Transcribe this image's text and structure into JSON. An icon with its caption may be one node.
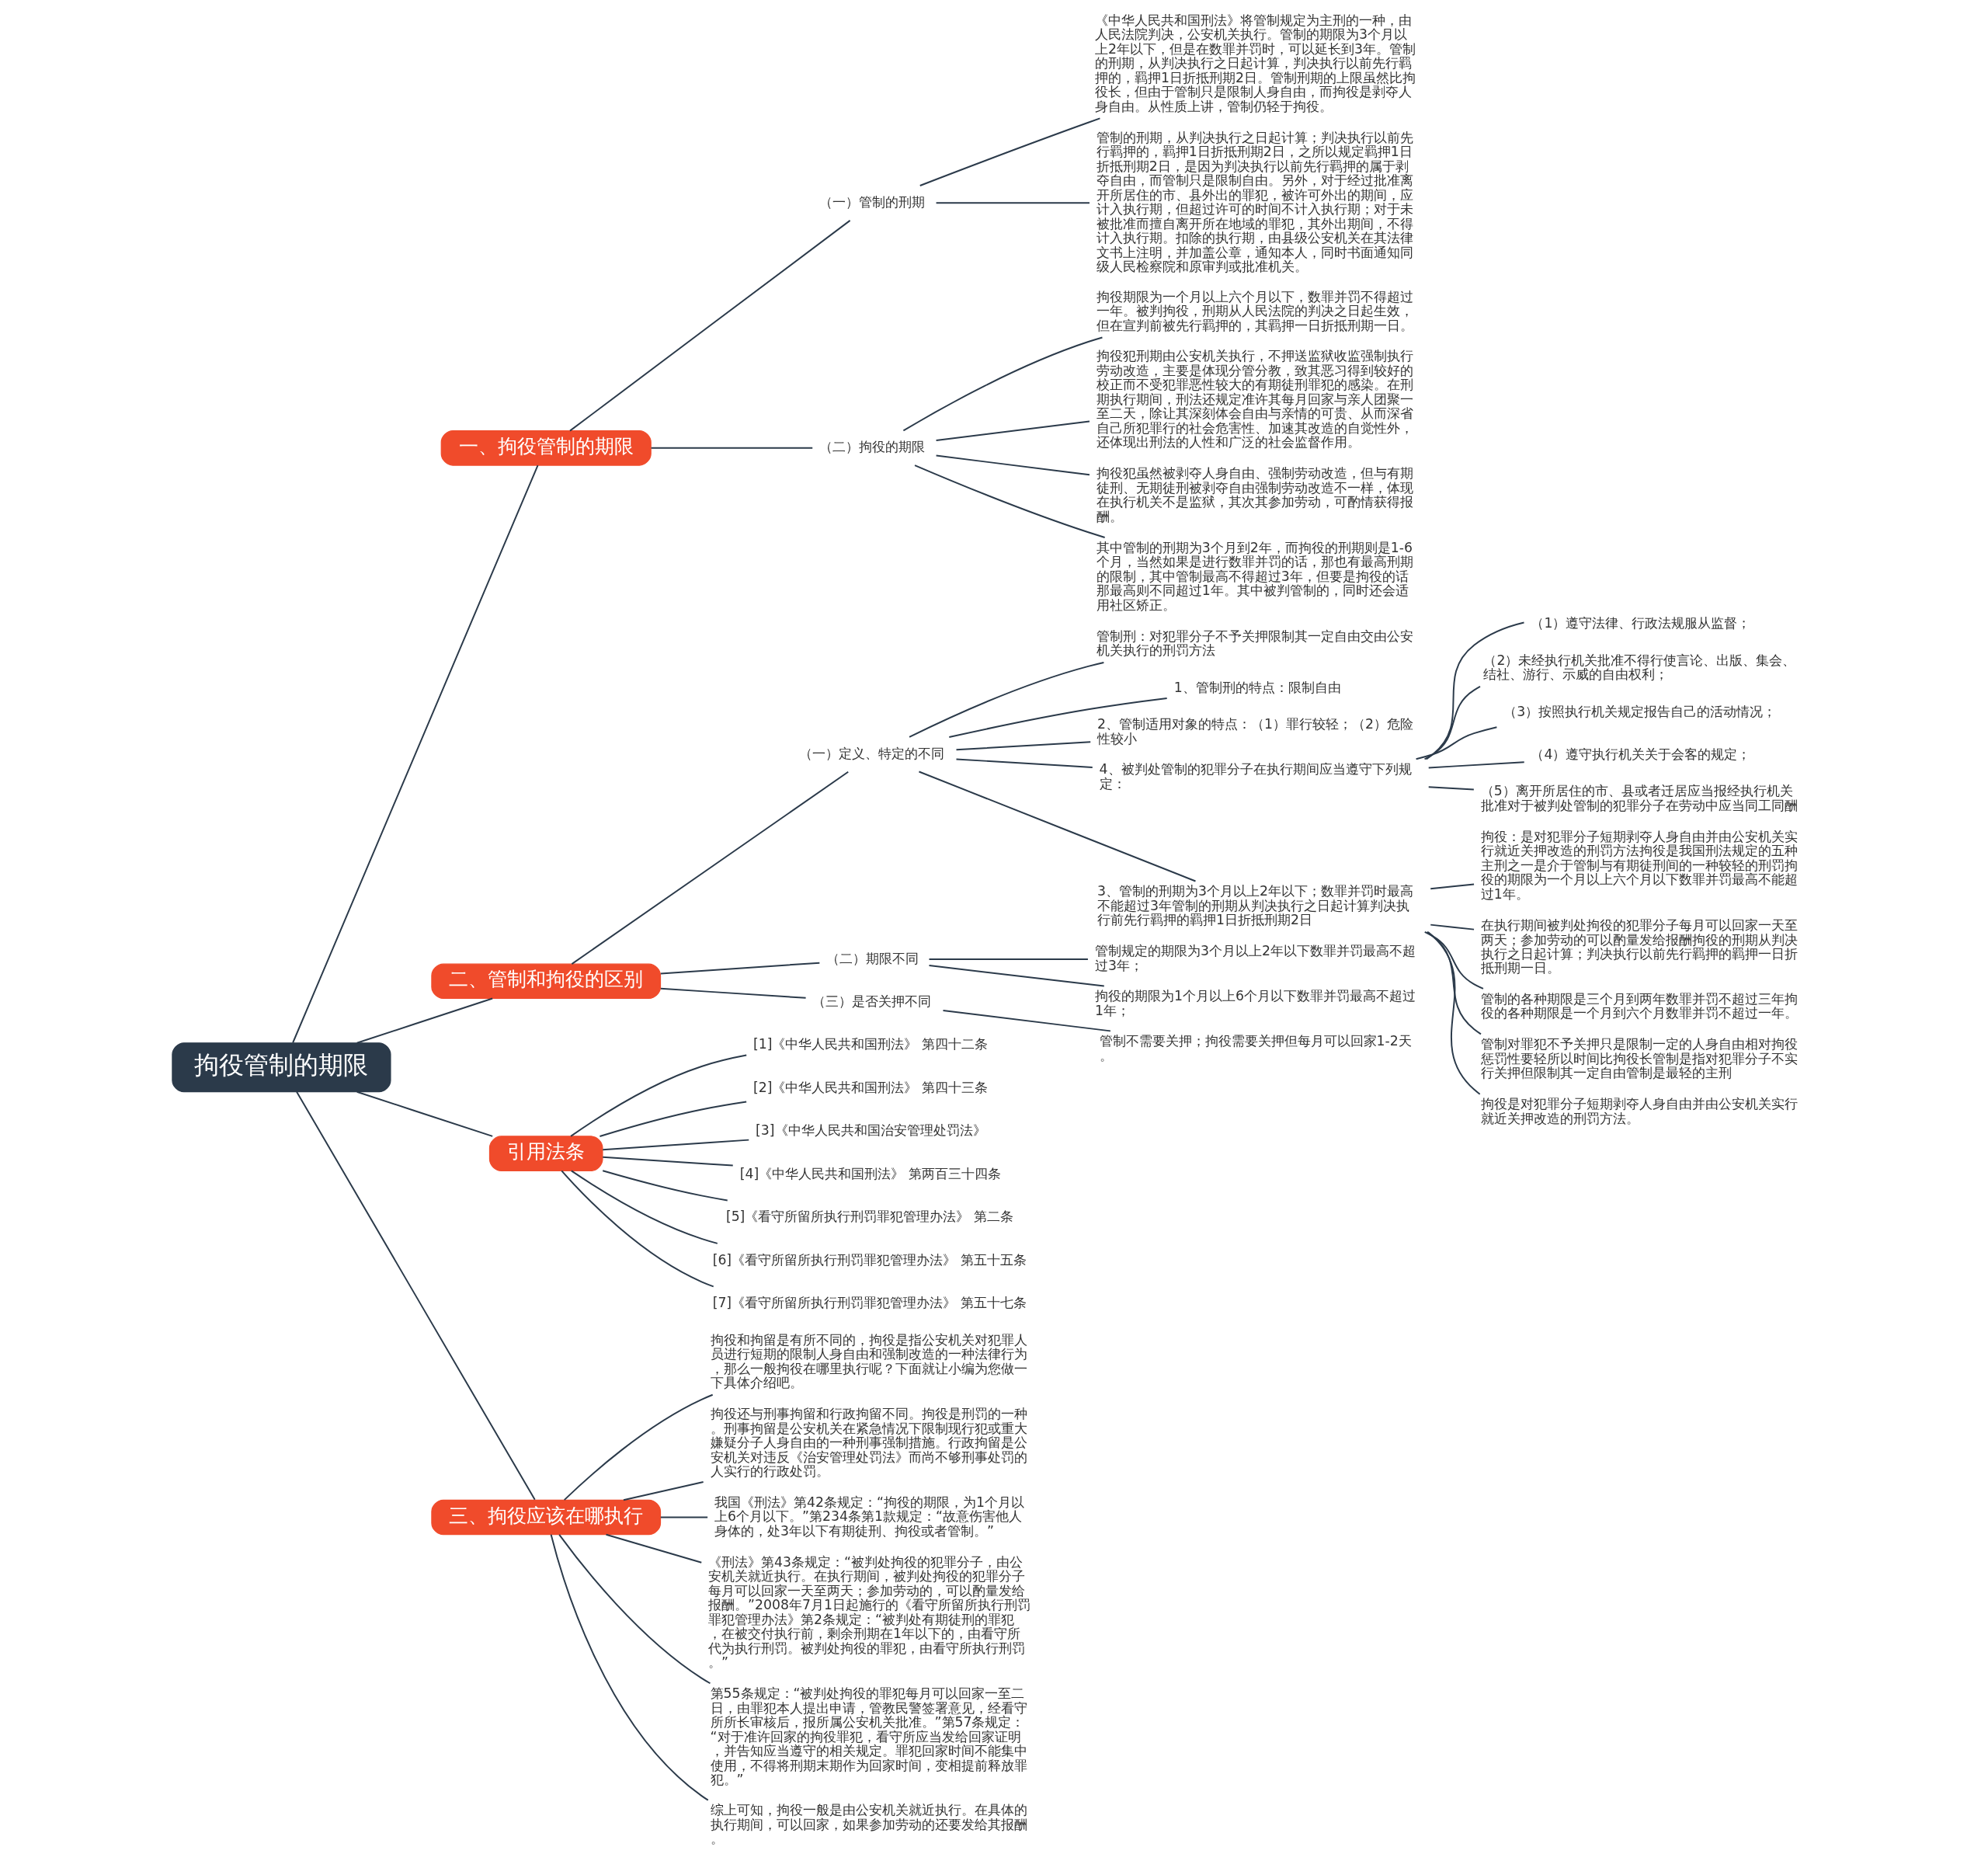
{
  "diagram": {
    "nodes": [
      {
        "text": [
          "拘役管制的期限"
        ]
      },
      {
        "text": [
          "一、拘役管制的期限"
        ]
      },
      {
        "text": [
          "（一）管制的刑期"
        ]
      },
      {
        "text": [
          "《中华人民共和国刑法》将管制规定为主刑的一种，由人民法院判决，公安机关执行。管制的期限为3个月以上2年以下，但是在数罪并罚时，可以延长到3年。管制的刑期，从判决执行之日起计算，判决执行以前先行羁押的，羁押1日折抵刑期2日。管制刑期的上限虽然比拘役长，但由于管制只是限制人身自由，而拘役是剥夺人身自由。从性质上讲，管制仍轻于拘役。"
        ]
      },
      {
        "text": [
          "管制的刑期，从判决执行之日起计算；判决执行以前先行羁押的，羁押1日折抵刑期2日，之所以规定羁押1日折抵刑期2日，是因为判决执行以前先行羁押的属于剥夺自由，而管制只是限制自由。另外，对于经过批准离开所居住的市、县外出的罪犯，被许可外出的期间，应计入执行期，但超过许可的时间不计入执行期；对于未被批准而擅自离开所在地域的罪犯，其外出期间，不得计入执行期。扣除的执行期，由县级公安机关在其法律文书上注明，并加盖公章，通知本人，同时书面通知同级人民检察院和原审判或批准机关。"
        ]
      },
      {
        "text": [
          "（二）拘役的期限"
        ]
      },
      {
        "text": [
          "拘役期限为一个月以上六个月以下，数罪并罚不得超过一年。被判拘役，刑期从人民法院的判决之日起生效，但在宣判前被先行羁押的，其羁押一日折抵刑期一日。"
        ]
      },
      {
        "text": [
          "拘役犯刑期由公安机关执行，不押送监狱收监强制执行劳动改造，主要是体现分管分教，致其恶习得到较好的校正而不受犯罪恶性较大的有期徒刑罪犯的感染。在刑期执行期间，刑法还规定准许其每月回家与亲人团聚一至二天，除让其深刻体会自由与亲情的可贵、从而深省自己所犯罪行的社会危害性、加速其改造的自觉性外，还体现出刑法的人性和广泛的社会监督作用。"
        ]
      },
      {
        "text": [
          "拘役犯虽然被剥夺人身自由、强制劳动改造，但与有期徒刑、无期徒刑被剥夺自由强制劳动改造不一样，体现在执行机关不是监狱，其次其参加劳动，可酌情获得报酬。"
        ]
      },
      {
        "text": [
          "其中管制的刑期为3个月到2年，而拘役的刑期则是1-6个月，当然如果是进行数罪并罚的话，那也有最高刑期的限制，其中管制最高不得超过3年，但要是拘役的话那最高则不同超过1年。其中被判管制的，同时还会适用社区矫正。"
        ]
      },
      {
        "text": [
          "二、管制和拘役的区别"
        ]
      },
      {
        "text": [
          "（一）定义、特定的不同"
        ]
      },
      {
        "text": [
          "管制刑：对犯罪分子不予关押限制其一定自由交由公安机关执行的刑罚方法"
        ]
      },
      {
        "text": [
          "1、管制刑的特点：限制自由"
        ]
      },
      {
        "text": [
          "2、管制适用对象的特点：（1）罪行较轻；（2）危险性较小"
        ]
      },
      {
        "text": [
          "4、被判处管制的犯罪分子在执行期间应当遵守下列规定："
        ]
      },
      {
        "text": [
          "（1）遵守法律、行政法规服从监督；"
        ]
      },
      {
        "text": [
          "（2）未经执行机关批准不得行使言论、出版、集会、结社、游行、示威的自由权利；"
        ]
      },
      {
        "text": [
          "（3）按照执行机关规定报告自己的活动情况；"
        ]
      },
      {
        "text": [
          "（4）遵守执行机关关于会客的规定；"
        ]
      },
      {
        "text": [
          "（5）离开所居住的市、县或者迁居应当报经执行机关批准对于被判处管制的犯罪分子在劳动中应当同工同酬"
        ]
      },
      {
        "text": [
          "3、管制的刑期为3个月以上2年以下；数罪并罚时最高不能超过3年管制的刑期从判决执行之日起计算判决执行前先行羁押的羁押1日折抵刑期2日"
        ]
      },
      {
        "text": [
          "拘役：是对犯罪分子短期剥夺人身自由并由公安机关实行就近关押改造的刑罚方法拘役是我国刑法规定的五种主刑之一是介于管制与有期徒刑间的一种较轻的刑罚拘役的期限为一个月以上六个月以下数罪并罚最高不能超过1年。"
        ]
      },
      {
        "text": [
          "在执行期间被判处拘役的犯罪分子每月可以回家一天至两天；参加劳动的可以酌量发给报酬拘役的刑期从判决执行之日起计算；判决执行以前先行羁押的羁押一日折抵刑期一日。"
        ]
      },
      {
        "text": [
          "管制的各种期限是三个月到两年数罪并罚不超过三年拘役的各种期限是一个月到六个月数罪并罚不超过一年。"
        ]
      },
      {
        "text": [
          "管制对罪犯不予关押只是限制一定的人身自由相对拘役惩罚性要轻所以时间比拘役长管制是指对犯罪分子不实行关押但限制其一定自由管制是最轻的主刑"
        ]
      },
      {
        "text": [
          "拘役是对犯罪分子短期剥夺人身自由并由公安机关实行就近关押改造的刑罚方法。"
        ]
      },
      {
        "text": [
          "（二）期限不同"
        ]
      },
      {
        "text": [
          "管制规定的期限为3个月以上2年以下数罪并罚最高不超过3年；"
        ]
      },
      {
        "text": [
          "拘役的期限为1个月以上6个月以下数罪并罚最高不超过1年；"
        ]
      },
      {
        "text": [
          "（三）是否关押不同"
        ]
      },
      {
        "text": [
          "管制不需要关押；拘役需要关押但每月可以回家1-2天。"
        ]
      },
      {
        "text": [
          "引用法条"
        ]
      },
      {
        "text": [
          "[1]《中华人民共和国刑法》 第四十二条"
        ]
      },
      {
        "text": [
          "[2]《中华人民共和国刑法》 第四十三条"
        ]
      },
      {
        "text": [
          "[3]《中华人民共和国治安管理处罚法》"
        ]
      },
      {
        "text": [
          "[4]《中华人民共和国刑法》 第两百三十四条"
        ]
      },
      {
        "text": [
          "[5]《看守所留所执行刑罚罪犯管理办法》 第二条"
        ]
      },
      {
        "text": [
          "[6]《看守所留所执行刑罚罪犯管理办法》 第五十五条"
        ]
      },
      {
        "text": [
          "[7]《看守所留所执行刑罚罪犯管理办法》 第五十七条"
        ]
      },
      {
        "text": [
          "三、拘役应该在哪执行"
        ]
      },
      {
        "text": [
          "拘役和拘留是有所不同的，拘役是指公安机关对犯罪人员进行短期的限制人身自由和强制改造的一种法律行为，那么一般拘役在哪里执行呢？下面就让小编为您做一下具体介绍吧。"
        ]
      },
      {
        "text": [
          "拘役还与刑事拘留和行政拘留不同。拘役是刑罚的一种。刑事拘留是公安机关在紧急情况下限制现行犯或重大嫌疑分子人身自由的一种刑事强制措施。行政拘留是公安机关对违反《治安管理处罚法》而尚不够刑事处罚的人实行的行政处罚。"
        ]
      },
      {
        "text": [
          "我国《刑法》第42条规定：“拘役的期限，为1个月以上6个月以下。”第234条第1款规定：“故意伤害他人身体的，处3年以下有期徒刑、拘役或者管制。”"
        ]
      },
      {
        "text": [
          "《刑法》第43条规定：“被判处拘役的犯罪分子，由公安机关就近执行。在执行期间，被判处拘役的犯罪分子每月可以回家一天至两天；参加劳动的，可以酌量发给报酬。”2008年7月1日起施行的《看守所留所执行刑罚罪犯管理办法》第2条规定：“被判处有期徒刑的罪犯，在被交付执行前，剩余刑期在1年以下的，由看守所代为执行刑罚。被判处拘役的罪犯，由看守所执行刑罚。”"
        ]
      },
      {
        "text": [
          "第55条规定：“被判处拘役的罪犯每月可以回家一至二日，由罪犯本人提出申请，管教民警签署意见，经看守所所长审核后，报所属公安机关批准。”第57条规定：“对于准许回家的拘役罪犯，看守所应当发给回家证明，并告知应当遵守的相关规定。罪犯回家时间不能集中使用，不得将刑期末期作为回家时间，变相提前释放罪犯。”"
        ]
      },
      {
        "text": [
          "综上可知，拘役一般是由公安机关就近执行。在具体的执行期间，可以回家，如果参加劳动的还要发给其报酬。"
        ]
      }
    ],
    "edges": [
      {
        "from": 0,
        "to": 1,
        "arrow": "none"
      },
      {
        "from": 1,
        "to": 2,
        "arrow": "none"
      },
      {
        "from": 2,
        "to": 3,
        "arrow": "none"
      },
      {
        "from": 2,
        "to": 4,
        "arrow": "none"
      },
      {
        "from": 1,
        "to": 5,
        "arrow": "none"
      },
      {
        "from": 5,
        "to": 6,
        "arrow": "none"
      },
      {
        "from": 5,
        "to": 7,
        "arrow": "none"
      },
      {
        "from": 5,
        "to": 8,
        "arrow": "none"
      },
      {
        "from": 5,
        "to": 9,
        "arrow": "none"
      },
      {
        "from": 0,
        "to": 10,
        "arrow": "none"
      },
      {
        "from": 10,
        "to": 11,
        "arrow": "none"
      },
      {
        "from": 11,
        "to": 12,
        "arrow": "none"
      },
      {
        "from": 11,
        "to": 13,
        "arrow": "none"
      },
      {
        "from": 11,
        "to": 14,
        "arrow": "none"
      },
      {
        "from": 11,
        "to": 15,
        "arrow": "none"
      },
      {
        "from": 15,
        "to": 16,
        "arrow": "none"
      },
      {
        "from": 15,
        "to": 17,
        "arrow": "none"
      },
      {
        "from": 15,
        "to": 18,
        "arrow": "none"
      },
      {
        "from": 15,
        "to": 19,
        "arrow": "none"
      },
      {
        "from": 15,
        "to": 20,
        "arrow": "none"
      },
      {
        "from": 11,
        "to": 21,
        "arrow": "none"
      },
      {
        "from": 21,
        "to": 22,
        "arrow": "none"
      },
      {
        "from": 21,
        "to": 23,
        "arrow": "none"
      },
      {
        "from": 21,
        "to": 24,
        "arrow": "none"
      },
      {
        "from": 21,
        "to": 25,
        "arrow": "none"
      },
      {
        "from": 21,
        "to": 26,
        "arrow": "none"
      },
      {
        "from": 10,
        "to": 27,
        "arrow": "none"
      },
      {
        "from": 27,
        "to": 28,
        "arrow": "none"
      },
      {
        "from": 27,
        "to": 29,
        "arrow": "none"
      },
      {
        "from": 10,
        "to": 30,
        "arrow": "none"
      },
      {
        "from": 30,
        "to": 31,
        "arrow": "none"
      },
      {
        "from": 0,
        "to": 32,
        "arrow": "none"
      },
      {
        "from": 32,
        "to": 33,
        "arrow": "none"
      },
      {
        "from": 32,
        "to": 34,
        "arrow": "none"
      },
      {
        "from": 32,
        "to": 35,
        "arrow": "none"
      },
      {
        "from": 32,
        "to": 36,
        "arrow": "none"
      },
      {
        "from": 32,
        "to": 37,
        "arrow": "none"
      },
      {
        "from": 32,
        "to": 38,
        "arrow": "none"
      },
      {
        "from": 32,
        "to": 39,
        "arrow": "none"
      },
      {
        "from": 0,
        "to": 40,
        "arrow": "none"
      },
      {
        "from": 40,
        "to": 41,
        "arrow": "none"
      },
      {
        "from": 40,
        "to": 42,
        "arrow": "none"
      },
      {
        "from": 40,
        "to": 43,
        "arrow": "none"
      },
      {
        "from": 40,
        "to": 44,
        "arrow": "none"
      },
      {
        "from": 40,
        "to": 45,
        "arrow": "none"
      },
      {
        "from": 40,
        "to": 46,
        "arrow": "none"
      }
    ]
  }
}
